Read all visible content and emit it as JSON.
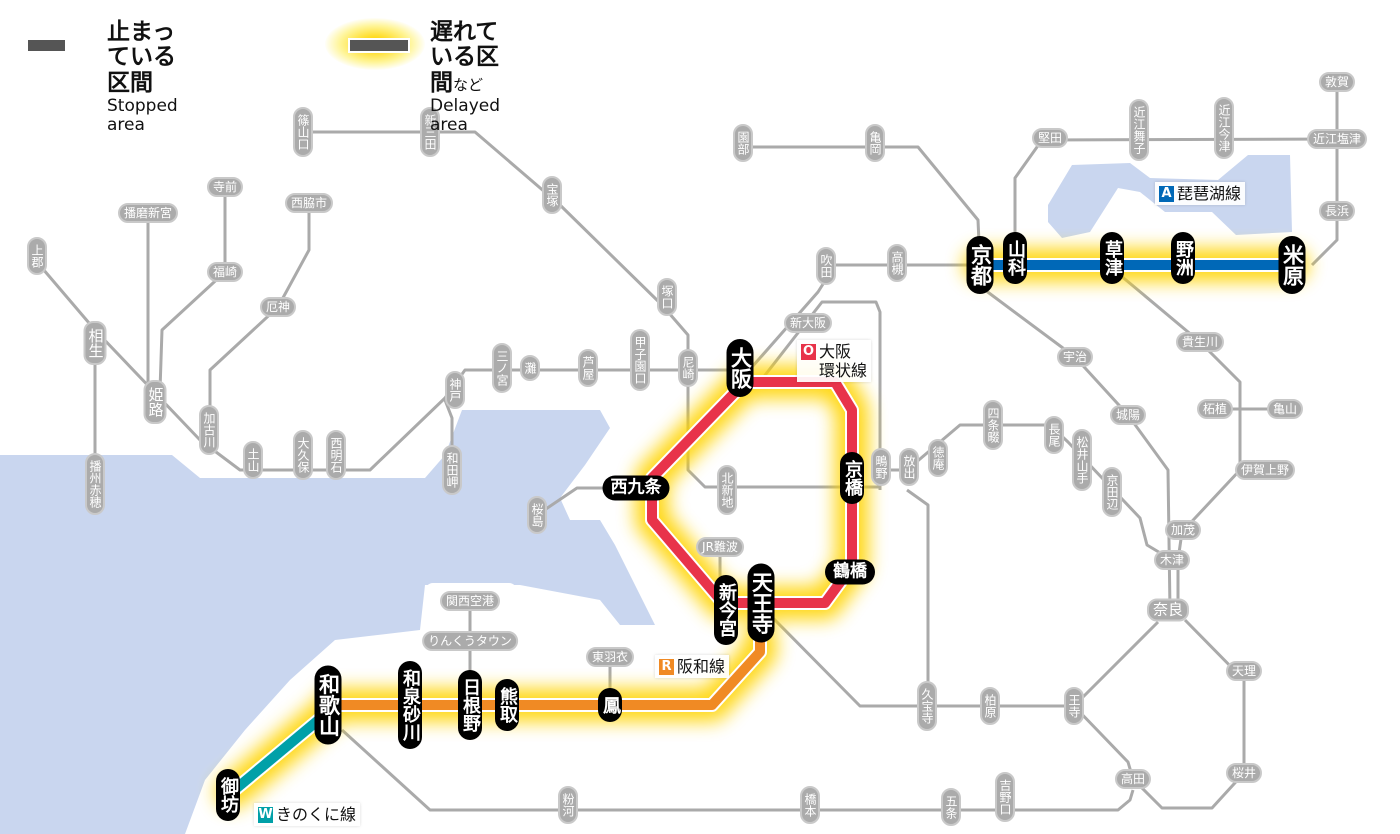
{
  "legend": {
    "stopped": {
      "jp": "止まっている区間",
      "en": "Stopped area"
    },
    "delayed": {
      "jp": "遅れている区間",
      "jp_suffix": "など",
      "en": "Delayed area"
    }
  },
  "colors": {
    "biwako": "#0068b7",
    "loop": "#e8334a",
    "hanwa": "#f08a24",
    "kinokuni": "#00a0a8",
    "glow": "#ffd400",
    "gray_line": "#aaaaaa",
    "water": "#c9d6ef",
    "stopped": "#555555"
  },
  "line_labels": [
    {
      "id": "biwako",
      "badge": "A",
      "name": "琵琶湖線"
    },
    {
      "id": "loop",
      "badge": "O",
      "name": "大阪\n環状線"
    },
    {
      "id": "hanwa",
      "badge": "R",
      "name": "阪和線"
    },
    {
      "id": "kinokuni",
      "badge": "W",
      "name": "きのくに線"
    }
  ],
  "stations": {
    "sasayamaguchi": "篠山口",
    "shinsanda": "新三田",
    "takarazuka": "宝塚",
    "tsukaguchi": "塚口",
    "amagasaki": "尼崎",
    "koshienguchi": "甲子園口",
    "ashiya": "芦屋",
    "nada": "灘",
    "sannomiya": "三ノ宮",
    "kobe": "神戸",
    "wadamisaki": "和田岬",
    "nishiakashi": "西明石",
    "okubo": "大久保",
    "tsuchiyama": "土山",
    "kakogawa": "加古川",
    "yakujin": "厄神",
    "nishiwakishi": "西脇市",
    "teramae": "寺前",
    "fukusaki": "福崎",
    "harimashingu": "播磨新宮",
    "himeji": "姫路",
    "aioi": "相生",
    "kamigori": "上郡",
    "banshuako": "播州赤穂",
    "sonobe": "園部",
    "kameoka": "亀岡",
    "suita": "吹田",
    "takatsuki": "高槻",
    "shinosaka": "新大阪",
    "kitashinchi": "北新地",
    "jrnamba": "JR難波",
    "sakurajima": "桜島",
    "shigino": "鴫野",
    "hanaten": "放出",
    "tokuan": "徳庵",
    "shijonawate": "四条畷",
    "nagao": "長尾",
    "matsuiyamate": "松井山手",
    "kyotanabe": "京田辺",
    "uji": "宇治",
    "joyo": "城陽",
    "kizu": "木津",
    "nara": "奈良",
    "kamo": "加茂",
    "igaueno": "伊賀上野",
    "tsuge": "柘植",
    "kameyama": "亀山",
    "tenri": "天理",
    "sakurai": "桜井",
    "takada": "高田",
    "oji": "王寺",
    "kashiwara": "柏原",
    "kyuhoji": "久宝寺",
    "yoshinoguchi": "吉野口",
    "gojo": "五条",
    "hashimoto": "橋本",
    "kokawa": "粉河",
    "katata": "堅田",
    "omimaiko": "近江舞子",
    "omiimazu": "近江今津",
    "tsuruga": "敦賀",
    "omishiotsu": "近江塩津",
    "nagahama": "長浜",
    "kibukawa": "貴生川",
    "kansaiairport": "関西空港",
    "rinkutown": "りんくうタウン",
    "higashihagoromo": "東羽衣",
    "kyoto": "京都",
    "yamashina": "山科",
    "kusatsu": "草津",
    "yasu": "野洲",
    "maibara": "米原",
    "osaka": "大阪",
    "nishikujo": "西九条",
    "kyobashi": "京橋",
    "tsuruhashi": "鶴橋",
    "shinimamiya": "新今宮",
    "tennoji": "天王寺",
    "otori": "鳳",
    "kumatori": "熊取",
    "hineno": "日根野",
    "izumisunagawa": "和泉砂川",
    "wakayama": "和歌山",
    "gobo": "御坊"
  }
}
